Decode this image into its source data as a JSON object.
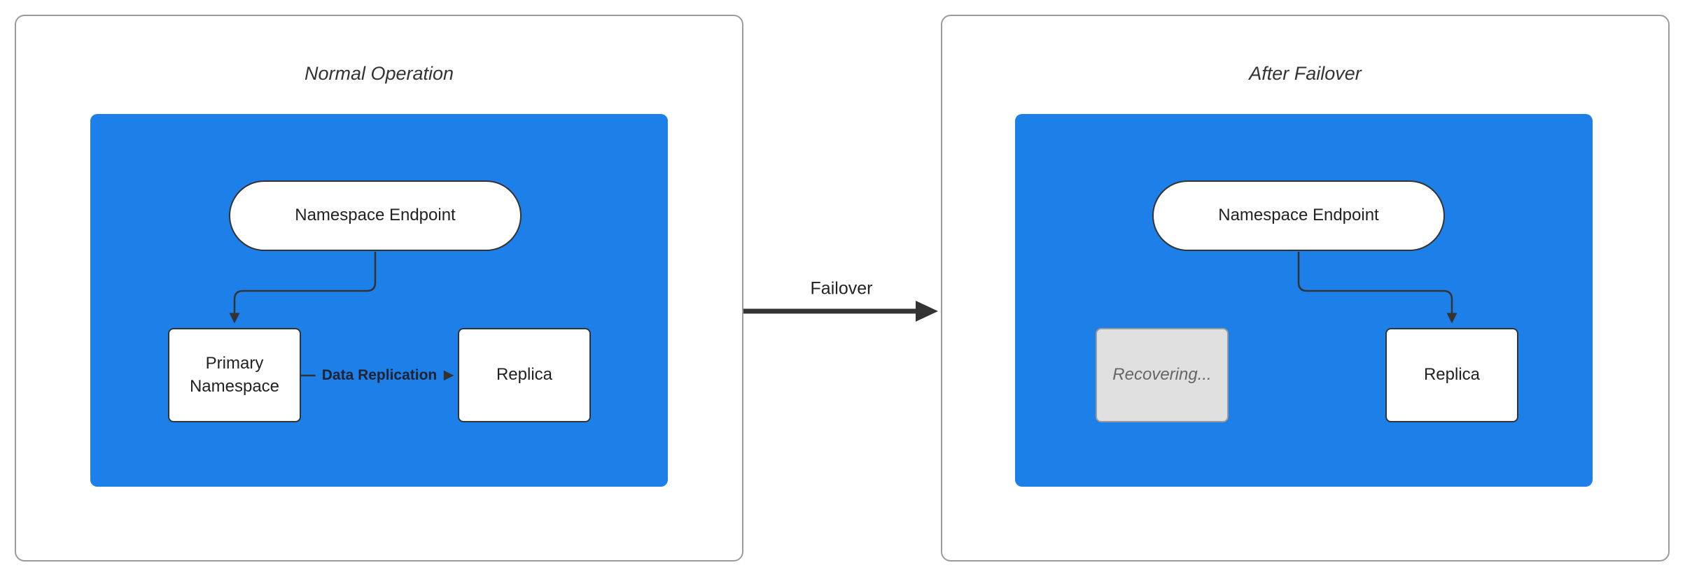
{
  "colors": {
    "cluster_fill": "#1d7fe8",
    "node_fill": "#ffffff",
    "node_border": "#333333",
    "arrow": "#333333",
    "panel_border": "#9b9b9b",
    "disabled_fill": "#e0e0e0",
    "disabled_border": "#999999",
    "disabled_text": "#666666",
    "text": "#222222"
  },
  "diagram": {
    "type": "flowchart",
    "panels": [
      {
        "id": "normal",
        "title": "Normal Operation",
        "nodes": [
          {
            "id": "endpoint",
            "label": "Namespace Endpoint",
            "shape": "stadium"
          },
          {
            "id": "primary",
            "label": "Primary Namespace",
            "shape": "rect"
          },
          {
            "id": "replica",
            "label": "Replica",
            "shape": "rect"
          }
        ],
        "edges": [
          {
            "from": "endpoint",
            "to": "primary",
            "label": ""
          },
          {
            "from": "primary",
            "to": "replica",
            "label": "Data Replication"
          }
        ]
      },
      {
        "id": "after",
        "title": "After Failover",
        "nodes": [
          {
            "id": "endpoint",
            "label": "Namespace Endpoint",
            "shape": "stadium"
          },
          {
            "id": "recovering",
            "label": "Recovering...",
            "shape": "rect",
            "state": "disabled"
          },
          {
            "id": "replica",
            "label": "Replica",
            "shape": "rect"
          }
        ],
        "edges": [
          {
            "from": "endpoint",
            "to": "replica",
            "label": ""
          }
        ]
      }
    ],
    "transition": {
      "label": "Failover"
    }
  }
}
